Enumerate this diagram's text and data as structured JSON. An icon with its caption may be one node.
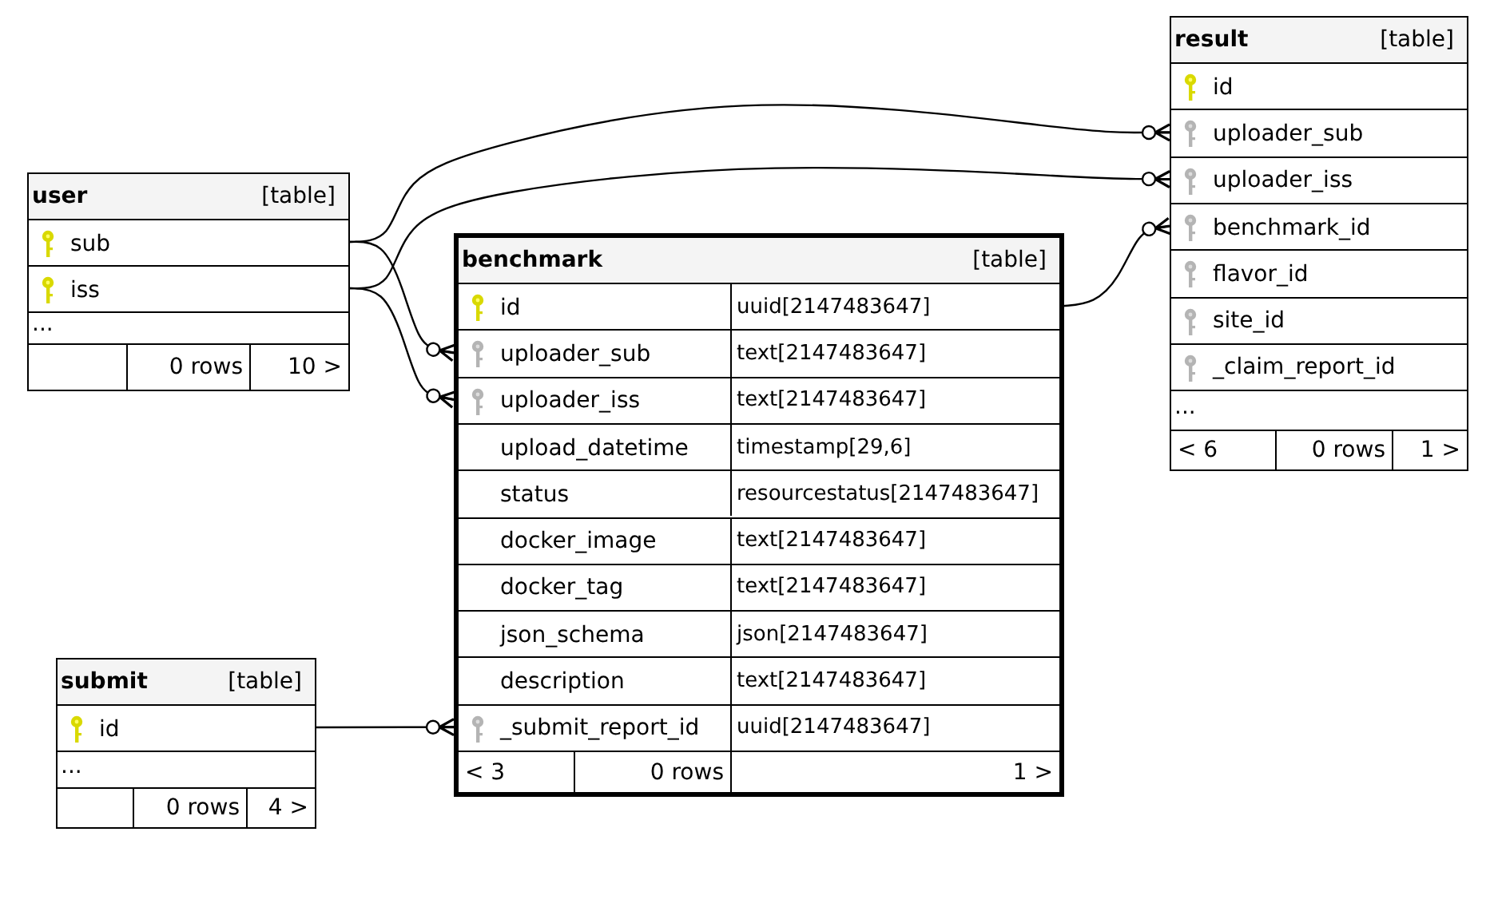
{
  "diagram": {
    "nodes": [
      {
        "text": [
          "result",
          "[table]"
        ]
      },
      {
        "text": [
          "id"
        ],
        "in": 0
      },
      {
        "text": [
          "uploader_sub"
        ],
        "in": 0
      },
      {
        "text": [
          "uploader_iss"
        ],
        "in": 0
      },
      {
        "text": [
          "benchmark_id"
        ],
        "in": 0
      },
      {
        "text": [
          "flavor_id"
        ],
        "in": 0
      },
      {
        "text": [
          "site_id"
        ],
        "in": 0
      },
      {
        "text": [
          "_claim_report_id"
        ],
        "in": 0
      },
      {
        "text": [
          "..."
        ],
        "in": 0
      },
      {
        "text": [
          "< 6",
          "0 rows",
          "1 >"
        ],
        "in": 0
      },
      {
        "text": [
          "user",
          "[table]"
        ]
      },
      {
        "text": [
          "sub"
        ],
        "in": 10
      },
      {
        "text": [
          "iss"
        ],
        "in": 10
      },
      {
        "text": [
          "..."
        ],
        "in": 10
      },
      {
        "text": [
          "0 rows",
          "10 >"
        ],
        "in": 10
      },
      {
        "text": [
          "benchmark",
          "[table]"
        ]
      },
      {
        "text": [
          "id",
          "uuid[2147483647]"
        ],
        "in": 15
      },
      {
        "text": [
          "uploader_sub",
          "text[2147483647]"
        ],
        "in": 15
      },
      {
        "text": [
          "uploader_iss",
          "text[2147483647]"
        ],
        "in": 15
      },
      {
        "text": [
          "upload_datetime",
          "timestamp[29,6]"
        ],
        "in": 15
      },
      {
        "text": [
          "status",
          "resourcestatus[2147483647]"
        ],
        "in": 15
      },
      {
        "text": [
          "docker_image",
          "text[2147483647]"
        ],
        "in": 15
      },
      {
        "text": [
          "docker_tag",
          "text[2147483647]"
        ],
        "in": 15
      },
      {
        "text": [
          "json_schema",
          "json[2147483647]"
        ],
        "in": 15
      },
      {
        "text": [
          "description",
          "text[2147483647]"
        ],
        "in": 15
      },
      {
        "text": [
          "_submit_report_id",
          "uuid[2147483647]"
        ],
        "in": 15
      },
      {
        "text": [
          "< 3",
          "0 rows",
          "1 >"
        ],
        "in": 15
      },
      {
        "text": [
          "submit",
          "[table]"
        ]
      },
      {
        "text": [
          "id"
        ],
        "in": 27
      },
      {
        "text": [
          "..."
        ],
        "in": 27
      },
      {
        "text": [
          "0 rows",
          "4 >"
        ],
        "in": 27
      }
    ],
    "edges": [
      {
        "from": 11,
        "to": 2,
        "arrow": "other"
      },
      {
        "from": 12,
        "to": 3,
        "arrow": "other"
      },
      {
        "from": 11,
        "to": 17,
        "arrow": "other"
      },
      {
        "from": 12,
        "to": 18,
        "arrow": "other"
      },
      {
        "from": 16,
        "to": 4,
        "arrow": "other"
      },
      {
        "from": 28,
        "to": 25,
        "arrow": "other"
      }
    ]
  }
}
